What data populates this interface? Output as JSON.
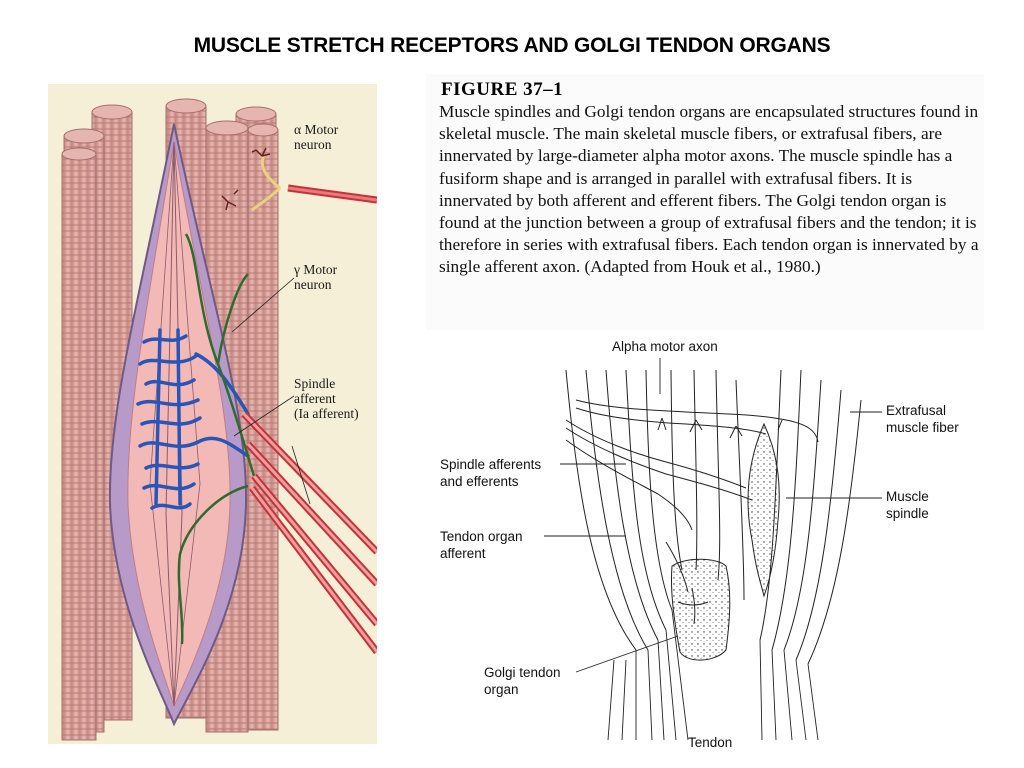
{
  "slide": {
    "title": "MUSCLE STRETCH RECEPTORS AND GOLGI TENDON ORGANS"
  },
  "left_figure": {
    "labels": {
      "alpha_motor_neuron": "α Motor\nneuron",
      "gamma_motor_neuron": "γ Motor\nneuron",
      "spindle_afferent": "Spindle\nafferent\n(Ia afferent)"
    },
    "colors": {
      "muscle_fiber": "#dca6a0",
      "muscle_stripe": "#c98a84",
      "spindle_capsule": "#b79ac8",
      "intrafusal_fiber": "#f3b9b6",
      "afferent_nerve": "#2a55b8",
      "efferent_nerve": "#2f6b2f",
      "motor_axon": "#c7313a",
      "background": "#f4efd6"
    }
  },
  "caption": {
    "heading": "FIGURE  37–1",
    "text": "Muscle spindles and Golgi tendon organs are encapsulated structures found in skeletal muscle. The main skeletal muscle fibers, or extrafusal fibers, are innervated by large-diameter alpha motor axons. The muscle spindle has a fusiform shape and is arranged in parallel with extrafusal fibers. It is innervated by both afferent and efferent fibers. The Golgi tendon organ is found at the junction between a group of extrafusal fibers and the tendon; it is therefore in series with extrafusal fibers. Each tendon organ is innervated by a single afferent axon. (Adapted from Houk et al., 1980.)"
  },
  "right_figure": {
    "labels": {
      "alpha_motor_axon": "Alpha motor axon",
      "extrafusal_fiber": "Extrafusal\nmuscle fiber",
      "spindle_afferents_efferents": "Spindle afferents\nand efferents",
      "muscle_spindle": "Muscle\nspindle",
      "tendon_organ_afferent": "Tendon organ\nafferent",
      "golgi_tendon_organ": "Golgi tendon\norgan",
      "tendon": "Tendon"
    }
  }
}
